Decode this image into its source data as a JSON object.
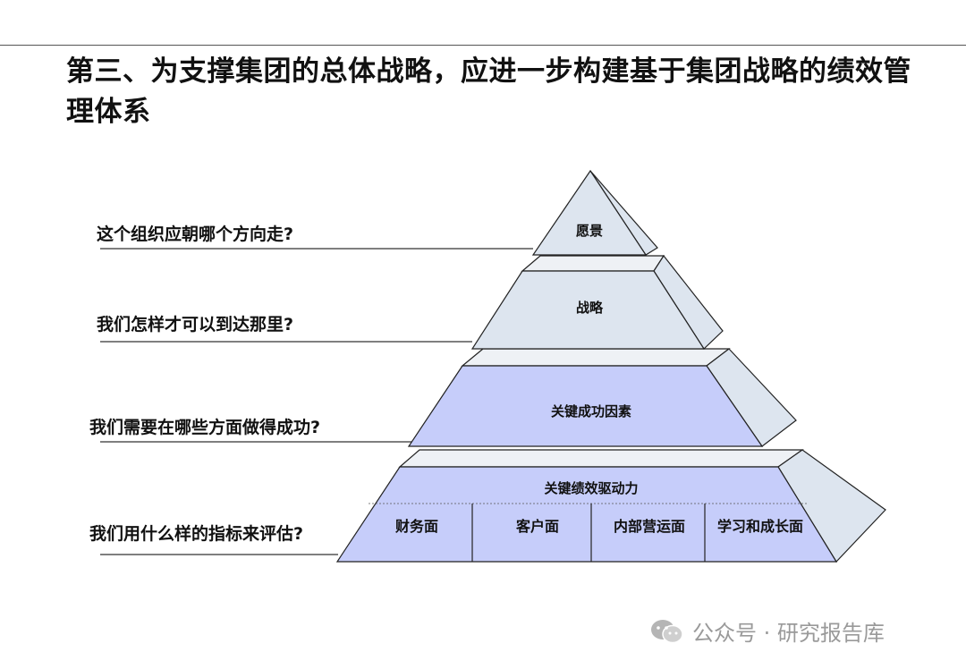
{
  "title": "第三、为支撑集团的总体战略，应进一步构建基于集团战略的绩效管理体系",
  "questions": {
    "q1": "这个组织应朝哪个方向走?",
    "q2": "我们怎样才可以到达那里?",
    "q3": "我们需要在哪些方面做得成功?",
    "q4": "我们用什么样的指标来评估?"
  },
  "pyramid": {
    "level1": "愿景",
    "level2": "战略",
    "level3": "关键成功因素",
    "level4": "关键绩效驱动力",
    "perspectives": [
      "财务面",
      "客户面",
      "内部营运面",
      "学习和成长面"
    ]
  },
  "watermark": "公众号 · 研究报告库",
  "colors": {
    "light_face": "#dde5ef",
    "blue_face": "#c6cdfa",
    "outline": "#222222"
  }
}
